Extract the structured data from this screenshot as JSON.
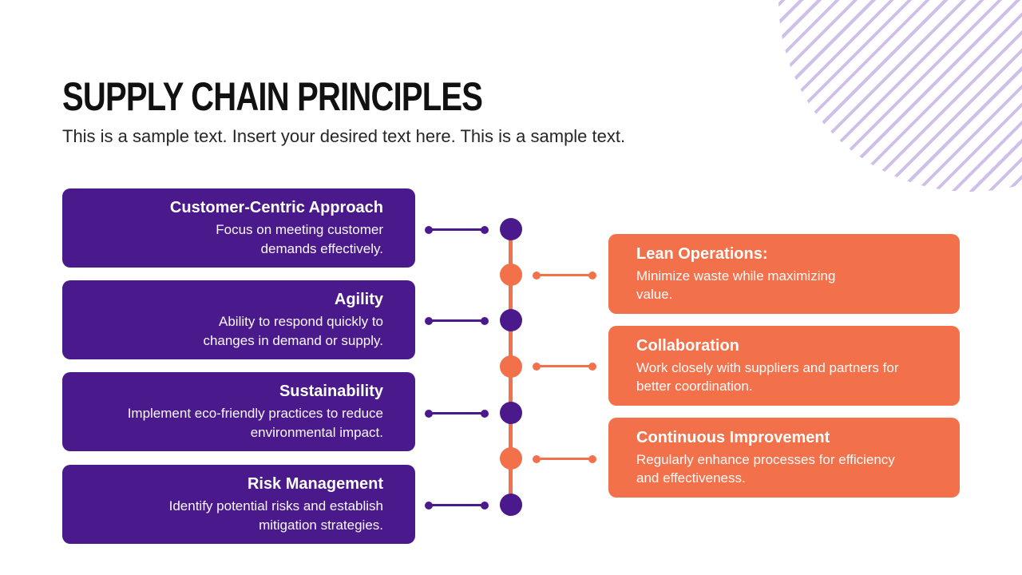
{
  "header": {
    "title": "SUPPLY CHAIN PRINCIPLES",
    "subtitle": "This is a sample text. Insert your desired text here. This is a sample text."
  },
  "left_panels": [
    {
      "title": "Customer-Centric  Approach",
      "description": "Focus on meeting customer\ndemands effectively."
    },
    {
      "title": "Agility",
      "description": "Ability to respond quickly to\nchanges in demand or supply."
    },
    {
      "title": "Sustainability",
      "description": "Implement eco-friendly practices to reduce\nenvironmental impact."
    },
    {
      "title": "Risk Management",
      "description": "Identify potential risks and establish\nmitigation strategies."
    }
  ],
  "right_panels": [
    {
      "title": "Lean Operations:",
      "description": "Minimize waste while maximizing\nvalue."
    },
    {
      "title": "Collaboration",
      "description": "Work closely with suppliers and partners for\nbetter coordination."
    },
    {
      "title": "Continuous Improvement",
      "description": "Regularly enhance processes for efficiency\nand effectiveness."
    }
  ],
  "timeline": {
    "dot_colors": [
      "purple",
      "orange",
      "purple",
      "orange",
      "purple",
      "orange",
      "purple"
    ]
  },
  "colors": {
    "purple": "#4A1A8C",
    "orange": "#F2714B",
    "stripe_lavender": "#CFC0EA",
    "title_text": "#111111",
    "subtitle_text": "#262626",
    "panel_text": "#FFFFFF"
  }
}
